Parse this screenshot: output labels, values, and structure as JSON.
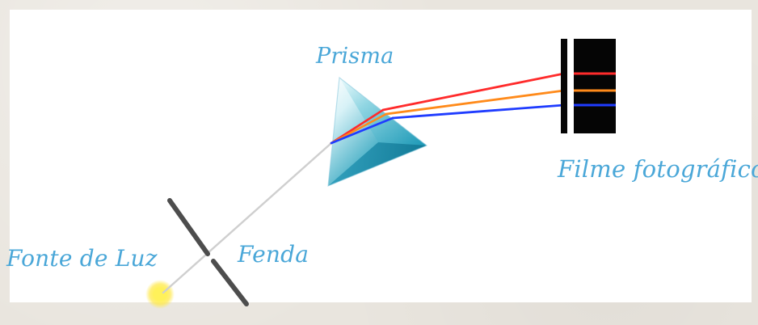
{
  "labels": {
    "prism": "Prisma",
    "film": "Filme fotográfico",
    "slit": "Fenda",
    "light_source": "Fonte de Luz"
  },
  "colors": {
    "background": "#e9e5de",
    "panel": "#ffffff",
    "label_text": "#4aa7d8",
    "incident_beam": "#cfcfcf",
    "red_ray": "#ff2b2b",
    "orange_ray": "#ff8a1a",
    "blue_ray": "#1f3cff",
    "slit": "#4d4d4d",
    "film_dark": "#050505",
    "light_source": "#fff15a"
  }
}
